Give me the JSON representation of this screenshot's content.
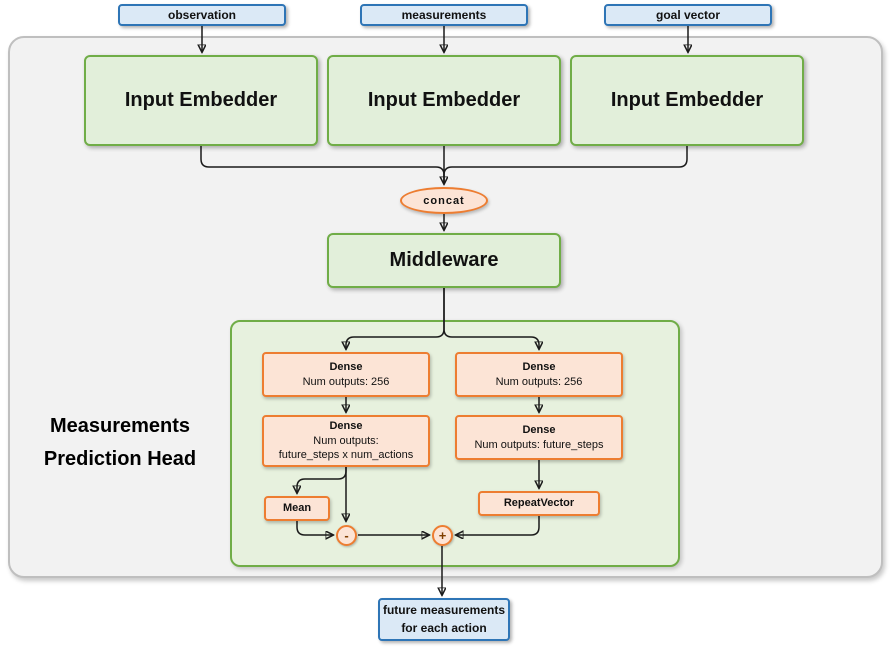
{
  "colors": {
    "blue_fill": "#dbe9f6",
    "blue_border": "#2e75b6",
    "green_fill": "#e2efda",
    "green_border": "#70ad47",
    "orange_fill": "#fce4d6",
    "orange_border": "#ed7d31",
    "outer_fill": "#f2f2f2",
    "outer_border": "#bfbfbf"
  },
  "inputs": [
    {
      "label": "observation"
    },
    {
      "label": "measurements"
    },
    {
      "label": "goal vector"
    }
  ],
  "embedders": [
    {
      "label": "Input Embedder"
    },
    {
      "label": "Input Embedder"
    },
    {
      "label": "Input Embedder"
    }
  ],
  "concat": {
    "label": "concat"
  },
  "middleware": {
    "label": "Middleware"
  },
  "head": {
    "title_line1": "Measurements",
    "title_line2": "Prediction Head",
    "left": {
      "dense1": {
        "title": "Dense",
        "subtitle": "Num outputs: 256"
      },
      "dense2": {
        "title": "Dense",
        "subtitle1": "Num outputs:",
        "subtitle2": "future_steps x num_actions"
      },
      "mean": {
        "label": "Mean"
      },
      "minus": {
        "label": "-"
      }
    },
    "right": {
      "dense1": {
        "title": "Dense",
        "subtitle": "Num outputs: 256"
      },
      "dense2": {
        "title": "Dense",
        "subtitle": "Num outputs: future_steps"
      },
      "repeat": {
        "label": "RepeatVector"
      },
      "plus": {
        "label": "+"
      }
    }
  },
  "output": {
    "line1": "future measurements",
    "line2": "for each action"
  }
}
